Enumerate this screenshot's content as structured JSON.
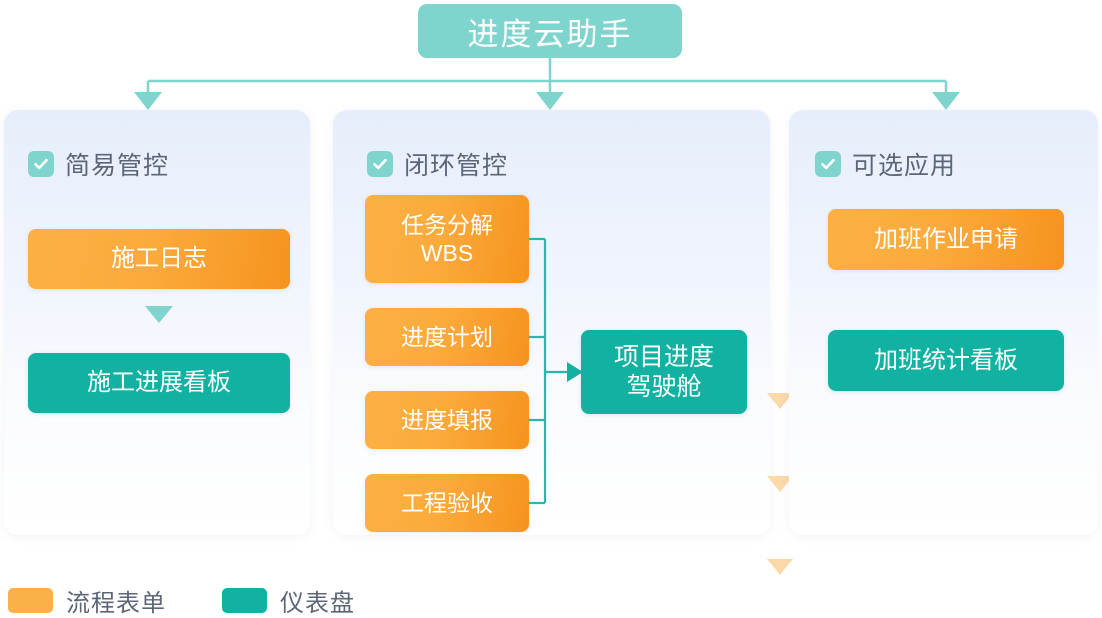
{
  "root": {
    "title": "进度云助手"
  },
  "colors": {
    "root_box": "#7fd5cd",
    "form_orange_start": "#fcb043",
    "form_orange_end": "#f6931e",
    "dashboard_teal": "#12b2a3",
    "connector_teal": "#7fd5cd",
    "bracket_teal": "#2cb5ab",
    "panel_bg_top": "#e6eefb",
    "panel_bg_bottom": "#ffffff",
    "heading_text": "#5c6679",
    "inner_arrow_peach": "#fbd9a8"
  },
  "panels": [
    {
      "id": "left",
      "heading": "简易管控",
      "checkbox_icon": "check-icon",
      "nodes": [
        {
          "label": "施工日志",
          "type": "form"
        },
        {
          "label": "施工进展看板",
          "type": "dashboard"
        }
      ],
      "arrow_icon": "arrow-down-icon"
    },
    {
      "id": "middle",
      "heading": "闭环管控",
      "checkbox_icon": "check-icon",
      "nodes": [
        {
          "label": "任务分解\nWBS",
          "line1": "任务分解",
          "line2": "WBS",
          "type": "form"
        },
        {
          "label": "进度计划",
          "type": "form"
        },
        {
          "label": "进度填报",
          "type": "form"
        },
        {
          "label": "工程验收",
          "type": "form"
        }
      ],
      "output_node": {
        "line1": "项目进度",
        "line2": "驾驶舱",
        "type": "dashboard"
      },
      "arrow_icon": "arrow-down-icon",
      "bracket_arrow_icon": "arrow-right-icon"
    },
    {
      "id": "right",
      "heading": "可选应用",
      "checkbox_icon": "check-icon",
      "nodes": [
        {
          "label": "加班作业申请",
          "type": "form"
        },
        {
          "label": "加班统计看板",
          "type": "dashboard"
        }
      ],
      "arrow_icon": "arrow-down-icon"
    }
  ],
  "legend": {
    "items": [
      {
        "label": "流程表单",
        "swatch": "form"
      },
      {
        "label": "仪表盘",
        "swatch": "dashboard"
      }
    ]
  }
}
